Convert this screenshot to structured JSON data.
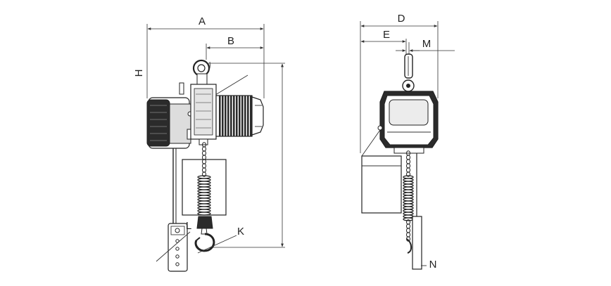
{
  "diagram": {
    "side_view": {
      "labels": {
        "a": "A",
        "b": "B",
        "h": "H",
        "k": "K",
        "l": "L"
      }
    },
    "front_view": {
      "labels": {
        "d": "D",
        "e": "E",
        "m": "M",
        "n": "N"
      }
    }
  },
  "colors": {
    "line": "#333333",
    "dark_fill": "#2b2b2b",
    "light_fill": "#f4f4f4"
  }
}
